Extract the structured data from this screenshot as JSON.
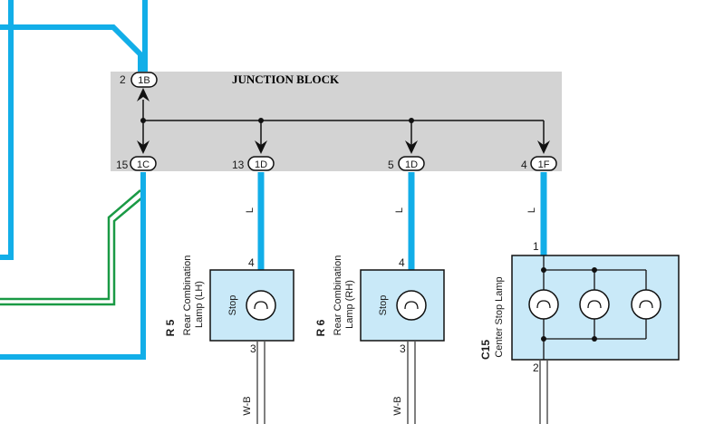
{
  "junction_block": {
    "title": "JUNCTION BLOCK",
    "top_pin": {
      "pin": "2",
      "connector": "1B"
    },
    "outputs": [
      {
        "pin": "15",
        "connector": "1C"
      },
      {
        "pin": "13",
        "connector": "1D"
      },
      {
        "pin": "5",
        "connector": "1D"
      },
      {
        "pin": "4",
        "connector": "1F"
      }
    ]
  },
  "wires": {
    "lh_color": "L",
    "rh_color": "L",
    "center_color": "L",
    "lh_ground_color": "W-B",
    "rh_ground_color": "W-B"
  },
  "lamps": [
    {
      "code": "R 5",
      "name_line1": "Rear Combination",
      "name_line2": "Lamp (LH)",
      "element": "Stop",
      "pin_in": "4",
      "pin_out": "3"
    },
    {
      "code": "R 6",
      "name_line1": "Rear Combination",
      "name_line2": "Lamp (RH)",
      "element": "Stop",
      "pin_in": "4",
      "pin_out": "3"
    },
    {
      "code": "C15",
      "name_line1": "Center Stop Lamp",
      "pin_in": "1",
      "pin_out": "2"
    }
  ],
  "colors": {
    "wire_blue": "#12aee8",
    "wire_green": "#1a9a45",
    "block_gray": "#d3d3d3",
    "component_fill": "#c9e9f8"
  }
}
